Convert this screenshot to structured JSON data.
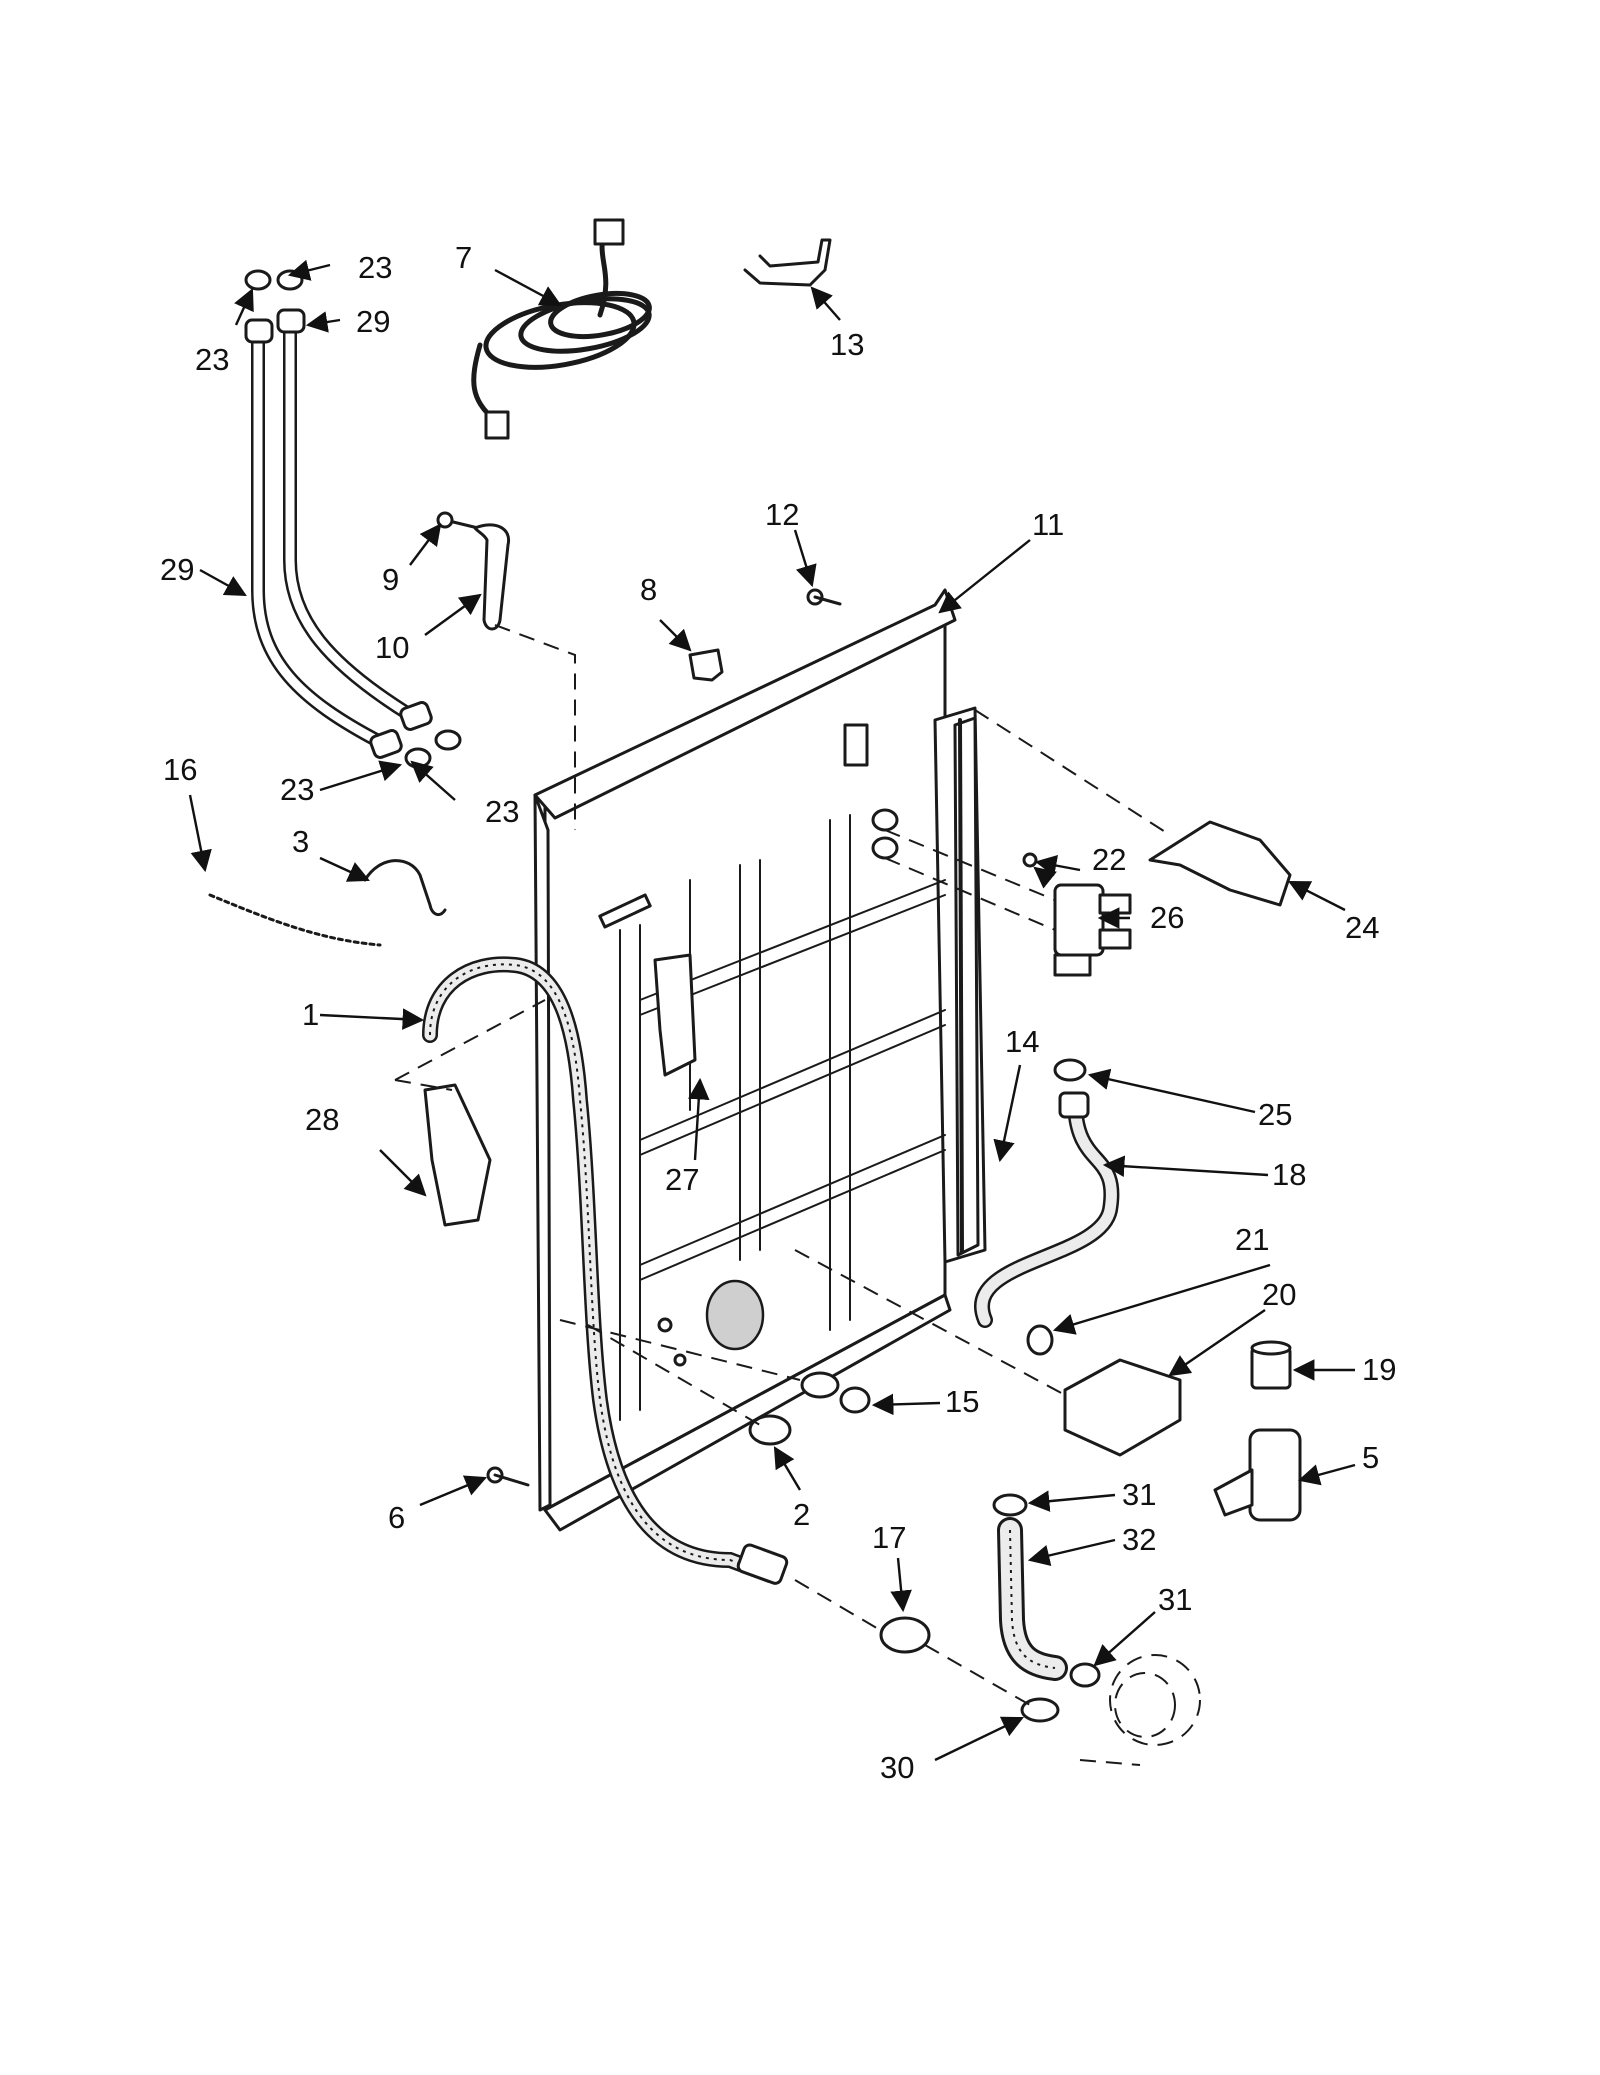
{
  "callouts": [
    {
      "id": "c1",
      "label": "1"
    },
    {
      "id": "c2",
      "label": "2"
    },
    {
      "id": "c3",
      "label": "3"
    },
    {
      "id": "c5",
      "label": "5"
    },
    {
      "id": "c6",
      "label": "6"
    },
    {
      "id": "c7",
      "label": "7"
    },
    {
      "id": "c8",
      "label": "8"
    },
    {
      "id": "c9",
      "label": "9"
    },
    {
      "id": "c10",
      "label": "10"
    },
    {
      "id": "c11",
      "label": "11"
    },
    {
      "id": "c12",
      "label": "12"
    },
    {
      "id": "c13",
      "label": "13"
    },
    {
      "id": "c14",
      "label": "14"
    },
    {
      "id": "c15",
      "label": "15"
    },
    {
      "id": "c16",
      "label": "16"
    },
    {
      "id": "c17",
      "label": "17"
    },
    {
      "id": "c18",
      "label": "18"
    },
    {
      "id": "c19",
      "label": "19"
    },
    {
      "id": "c20",
      "label": "20"
    },
    {
      "id": "c21",
      "label": "21"
    },
    {
      "id": "c22",
      "label": "22"
    },
    {
      "id": "c23a",
      "label": "23"
    },
    {
      "id": "c23b",
      "label": "23"
    },
    {
      "id": "c23c",
      "label": "23"
    },
    {
      "id": "c23d",
      "label": "23"
    },
    {
      "id": "c24",
      "label": "24"
    },
    {
      "id": "c25",
      "label": "25"
    },
    {
      "id": "c26",
      "label": "26"
    },
    {
      "id": "c27",
      "label": "27"
    },
    {
      "id": "c28",
      "label": "28"
    },
    {
      "id": "c29a",
      "label": "29"
    },
    {
      "id": "c29b",
      "label": "29"
    },
    {
      "id": "c30",
      "label": "30"
    },
    {
      "id": "c31a",
      "label": "31"
    },
    {
      "id": "c31b",
      "label": "31"
    },
    {
      "id": "c32",
      "label": "32"
    }
  ]
}
